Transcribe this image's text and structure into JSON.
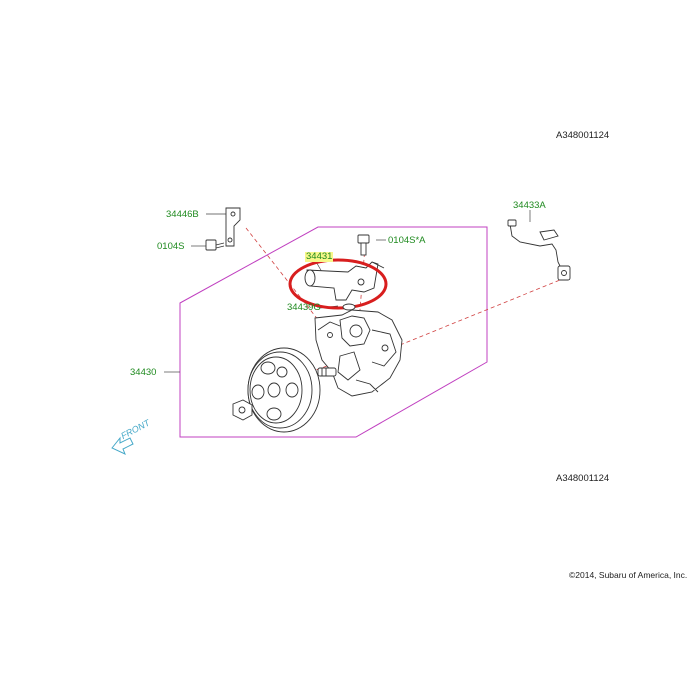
{
  "diagram": {
    "ref_code_top": "A348001124",
    "ref_code_bottom": "A348001124",
    "copyright": "©2014, Subaru of America, Inc.",
    "direction_label": "FRONT",
    "part_numbers": {
      "bracket": "34446B",
      "bolt_left": "0104S",
      "pipe": "34431",
      "bolt_right": "0104S*A",
      "gasket": "34439G",
      "pump_assembly": "34430",
      "sensor": "34433A"
    },
    "colors": {
      "part_number_text": "#1f8a1f",
      "assembly_border": "#c040c0",
      "highlight_circle": "#d81e1e",
      "highlight_fill": "#f7f78a",
      "direction_arrow": "#45a8c8",
      "leader_dash": "#d04040"
    }
  }
}
